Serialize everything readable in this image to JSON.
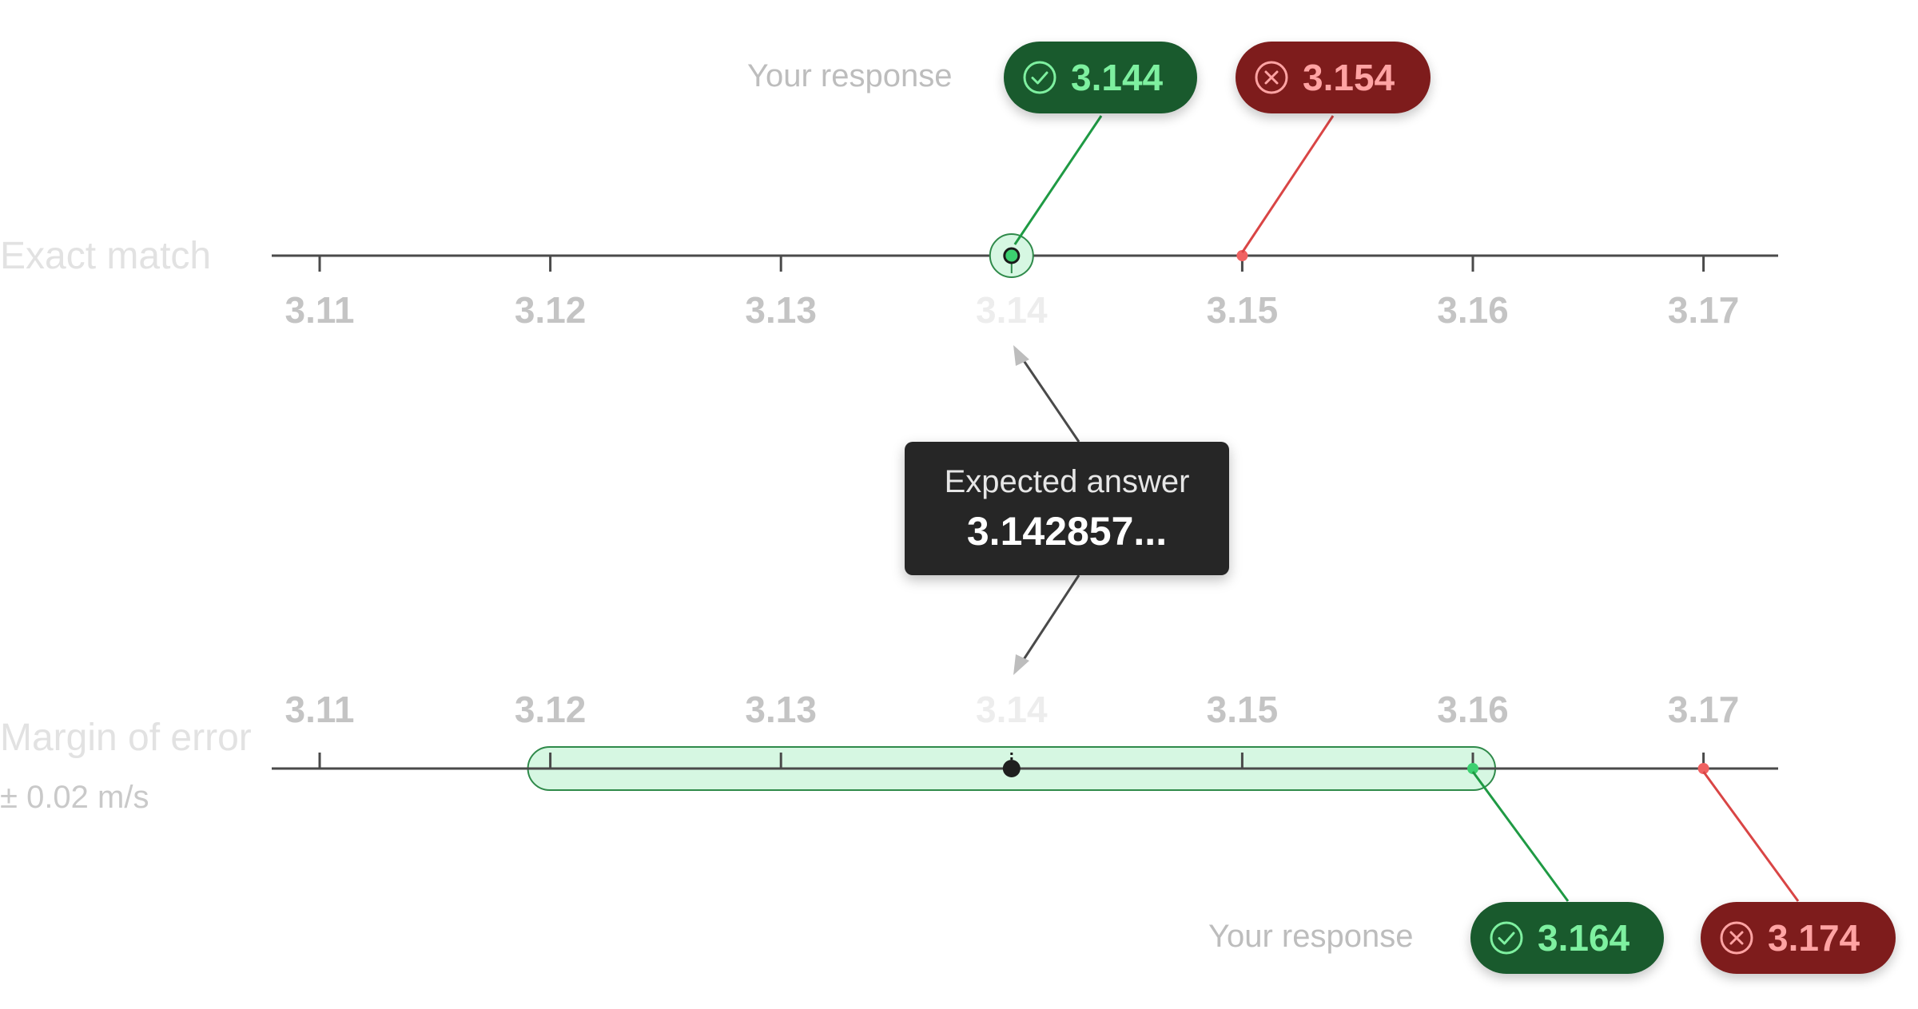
{
  "exact_match": {
    "label": "Exact match",
    "response_label": "Your response",
    "ticks": [
      "3.11",
      "3.12",
      "3.13",
      "3.14",
      "3.15",
      "3.16",
      "3.17"
    ],
    "expected_tick": "3.14",
    "correct_response": "3.144",
    "incorrect_response": "3.154"
  },
  "margin_of_error": {
    "label": "Margin of error",
    "tolerance": "± 0.02 m/s",
    "response_label": "Your response",
    "ticks": [
      "3.11",
      "3.12",
      "3.13",
      "3.14",
      "3.15",
      "3.16",
      "3.17"
    ],
    "expected_tick": "3.14",
    "accepted_range": [
      3.12,
      3.16
    ],
    "correct_response": "3.164",
    "incorrect_response": "3.174"
  },
  "expected_answer": {
    "title": "Expected answer",
    "value": "3.142857..."
  },
  "colors": {
    "correct": "#195a2d",
    "correct_text": "#7ef0a0",
    "incorrect": "#7e1c1c",
    "incorrect_text": "#ffa3a3",
    "range_fill": "#d6f7e2",
    "tooltip": "#262626"
  },
  "icons": {
    "correct": "check-circle-icon",
    "incorrect": "x-circle-icon"
  }
}
